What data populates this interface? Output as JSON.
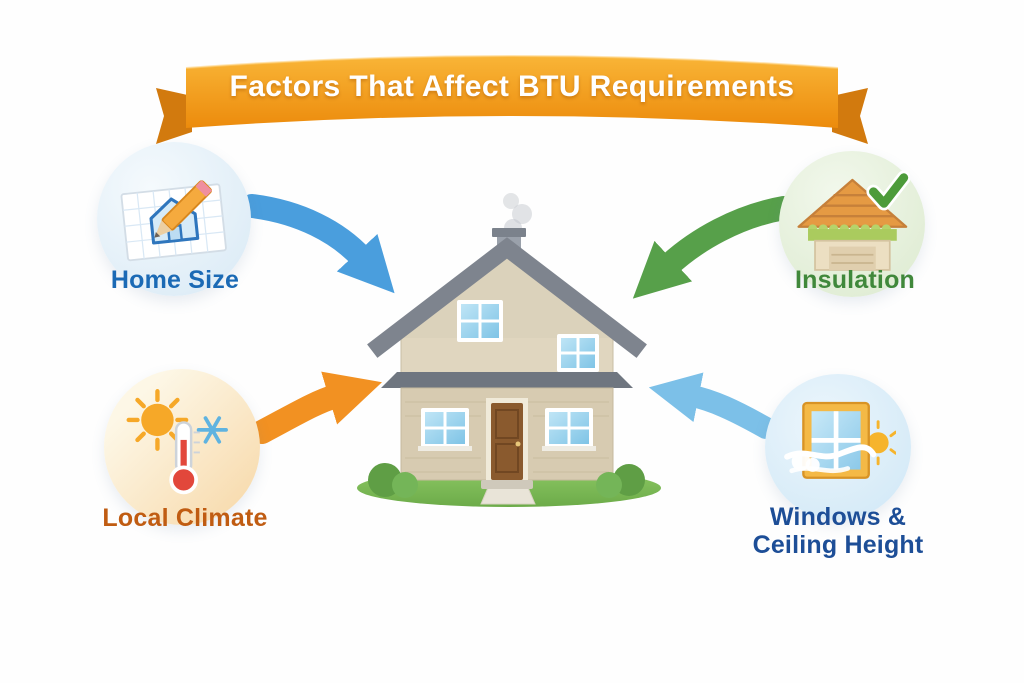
{
  "banner": {
    "title": "Factors That Affect BTU Requirements"
  },
  "factors": [
    {
      "label": "Home Size",
      "color": "#1b6ab5",
      "arrow_color": "#4a9edd",
      "icon": "blueprint-icon"
    },
    {
      "label": "Insulation",
      "color": "#40883b",
      "arrow_color": "#57a04a",
      "icon": "insulated-roof-icon"
    },
    {
      "label": "Local Climate",
      "color": "#c05c12",
      "arrow_color": "#f29122",
      "icon": "sun-thermometer-snowflake-icon"
    },
    {
      "label_line1": "Windows &",
      "label_line2": "Ceiling Height",
      "color": "#1d4e97",
      "arrow_color": "#7cc0e8",
      "icon": "window-wind-icon"
    }
  ],
  "center": {
    "illustration": "house-icon"
  },
  "colors": {
    "banner_top": "#f9b537",
    "banner_bottom": "#ec8b0c",
    "banner_tail": "#d27a0e",
    "background": "#ffffff",
    "roof_gray": "#7e848e",
    "wall_beige": "#d7cbb1",
    "grass_green": "#7db457"
  }
}
